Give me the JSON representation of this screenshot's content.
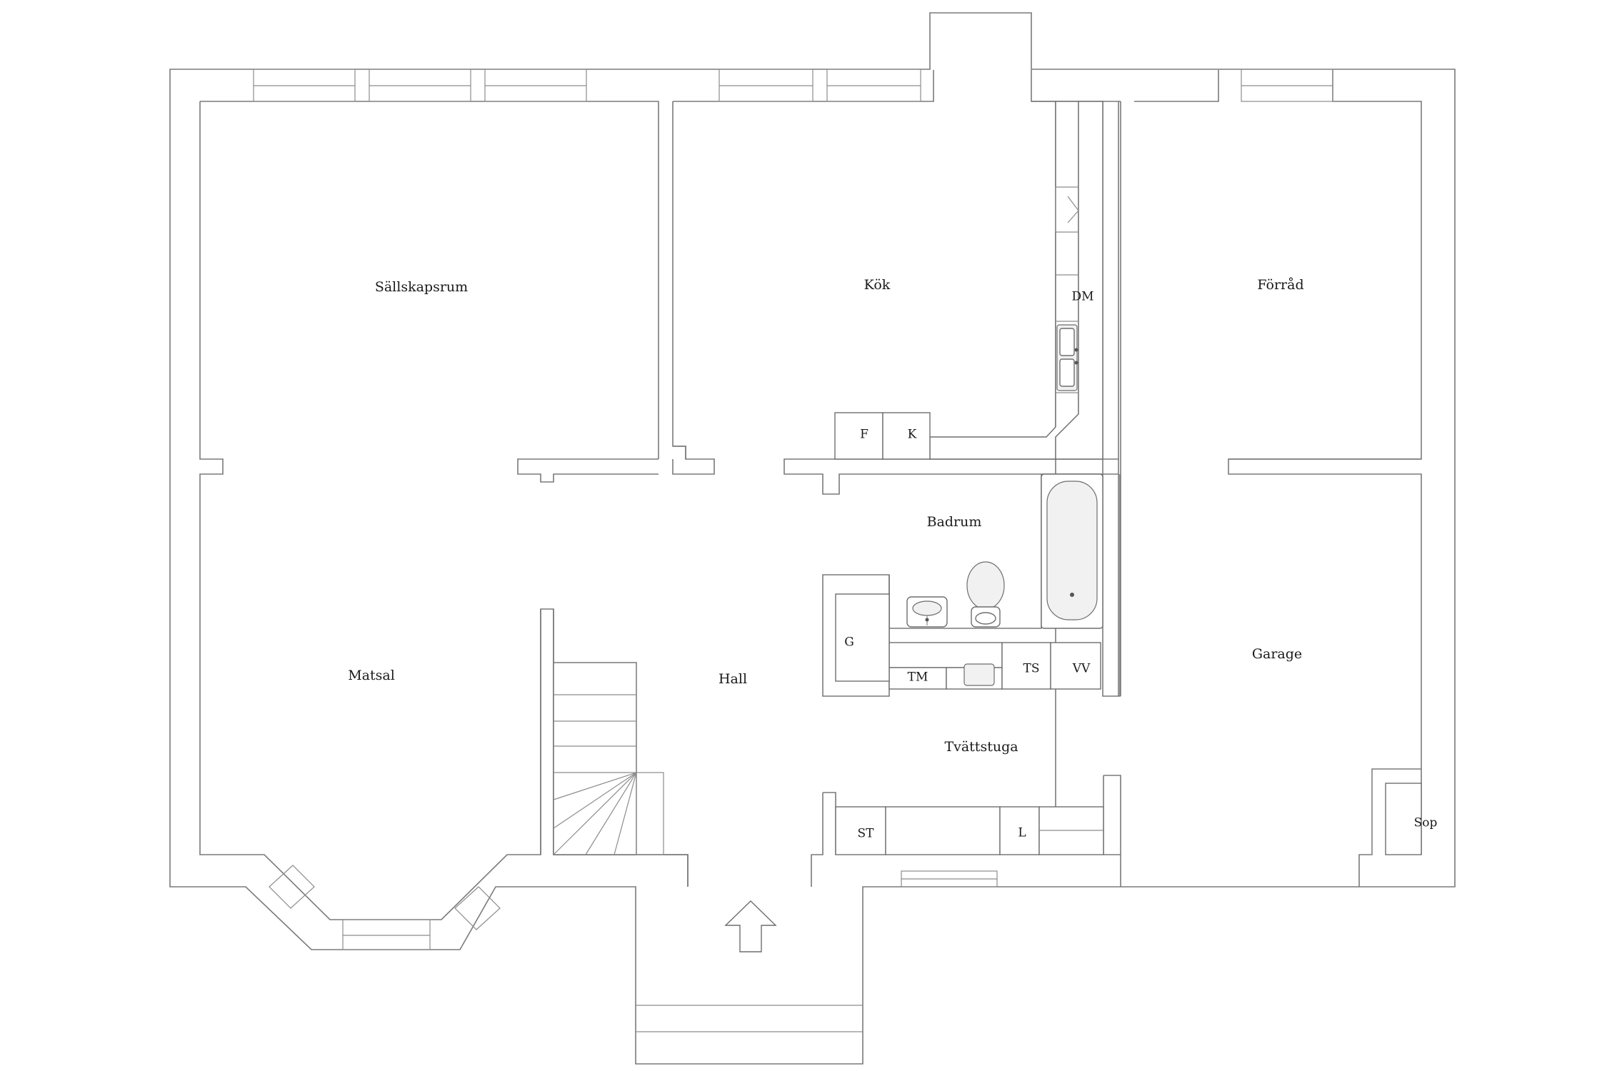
{
  "rooms": {
    "sallskapsrum": "Sällskapsrum",
    "kok": "Kök",
    "forrad": "Förråd",
    "badrum": "Badrum",
    "matsal": "Matsal",
    "hall": "Hall",
    "garage": "Garage",
    "tvattstuga": "Tvättstuga"
  },
  "fixtures": {
    "dm": "DM",
    "f": "F",
    "k": "K",
    "g": "G",
    "tm": "TM",
    "ts": "TS",
    "vv": "VV",
    "st": "ST",
    "l": "L",
    "sop": "Sop"
  },
  "colors": {
    "wall": "#7a7a7a",
    "background": "#ffffff"
  },
  "icons": {
    "entrance": "entrance-arrow-icon",
    "bathtub": "bathtub-icon",
    "toilet": "toilet-icon",
    "washbasin": "washbasin-icon",
    "sink": "kitchen-sink-icon",
    "stairs": "staircase-icon"
  }
}
